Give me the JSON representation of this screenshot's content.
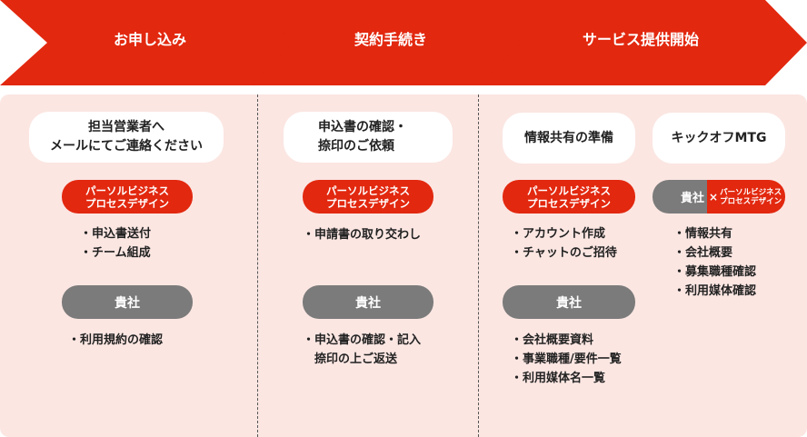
{
  "steps": [
    {
      "label": "お申し込み"
    },
    {
      "label": "契約手続き"
    },
    {
      "label": "サービス提供開始"
    }
  ],
  "colors": {
    "accent": "#e2280f",
    "panel": "#fbe6e2",
    "gray": "#7b7b7b"
  },
  "company": {
    "line1": "パーソルビジネス",
    "line2": "プロセスデザイン"
  },
  "client": "貴社",
  "col1": {
    "bubble": {
      "line1": "担当営業者へ",
      "line2": "メールにてご連絡ください"
    },
    "company_tasks": [
      "申込書送付",
      "チーム組成"
    ],
    "client_tasks": [
      "利用規約の確認"
    ]
  },
  "col2": {
    "bubble": {
      "line1": "申込書の確認・",
      "line2": "捺印のご依頼"
    },
    "company_tasks": [
      "申請書の取り交わし"
    ],
    "client_task": {
      "line1": "申込書の確認・記入",
      "line2": "捺印の上ご返送"
    }
  },
  "col3": {
    "bubble": "情報共有の準備",
    "company_tasks": [
      "アカウント作成",
      "チャットのご招待"
    ],
    "client_tasks": [
      "会社概要資料",
      "事業職種/要件一覧",
      "利用媒体名一覧"
    ]
  },
  "col4": {
    "bubble": "キックオフMTG",
    "joint": {
      "client": "貴社",
      "x": "×",
      "company_line1": "パーソルビジネス",
      "company_line2": "プロセスデザイン"
    },
    "tasks": [
      "情報共有",
      "会社概要",
      "募集職種確認",
      "利用媒体確認"
    ]
  }
}
